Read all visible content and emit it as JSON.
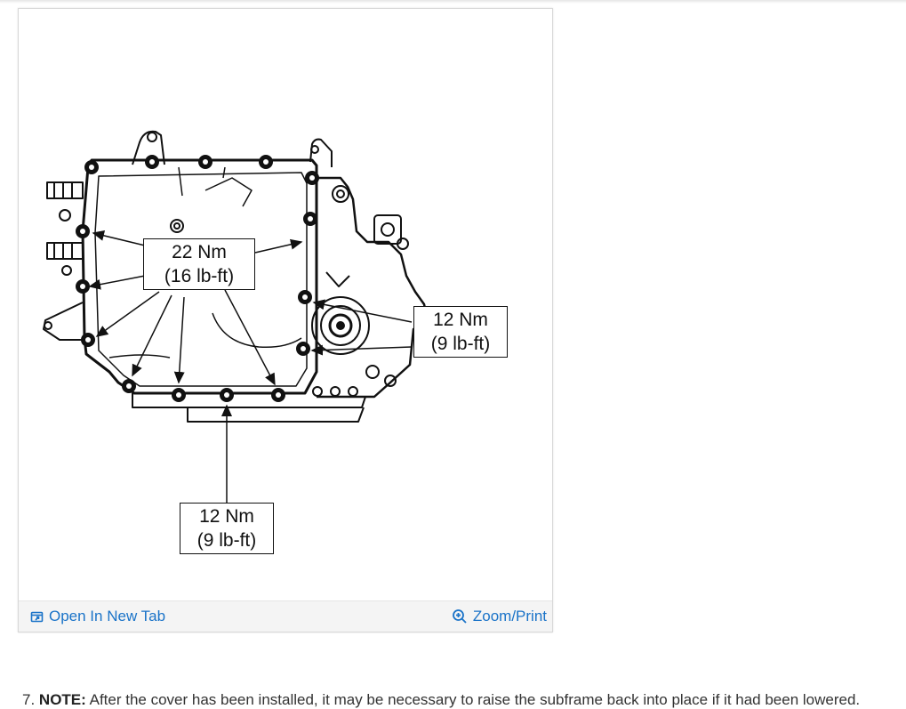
{
  "figure": {
    "callouts": {
      "pan_bolts": {
        "metric": "22 Nm",
        "imperial": "(16 lb-ft)"
      },
      "side_bolts": {
        "metric": "12 Nm",
        "imperial": "(9 lb-ft)"
      },
      "bottom_bolts": {
        "metric": "12 Nm",
        "imperial": "(9 lb-ft)"
      }
    },
    "toolbar": {
      "open_tab_label": "Open In New Tab",
      "zoom_label": "Zoom/Print",
      "link_color": "#1a73c8"
    }
  },
  "note": {
    "step": "7.",
    "label": "NOTE:",
    "text": "After the cover has been installed, it may be necessary to raise the subframe back into place if it had been lowered."
  }
}
